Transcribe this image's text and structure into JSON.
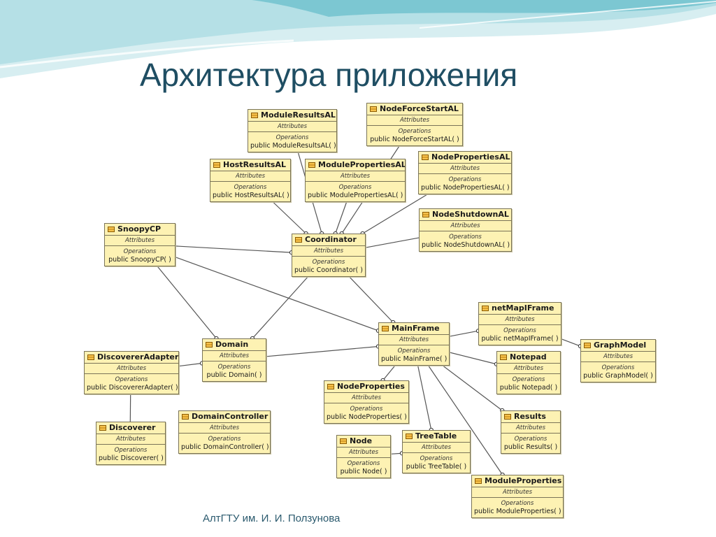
{
  "title": "Архитектура приложения",
  "footer": "АлтГТУ им. И. И. Ползунова",
  "colors": {
    "title": "#1f4e63",
    "class_fill": "#fdf2b3",
    "class_border": "#7a7458",
    "connector": "#555555",
    "wave_light": "#d7eef1",
    "wave_mid": "#9fd3dc",
    "wave_dark": "#58b6c6"
  },
  "diagram": {
    "attributes_label": "Attributes",
    "operations_label": "Operations",
    "classes": [
      {
        "id": "ModuleResultsAL",
        "name": "ModuleResultsAL",
        "operation": "public ModuleResultsAL(  )"
      },
      {
        "id": "NodeForceStartAL",
        "name": "NodeForceStartAL",
        "operation": "public NodeForceStartAL(  )"
      },
      {
        "id": "HostResultsAL",
        "name": "HostResultsAL",
        "operation": "public HostResultsAL(  )"
      },
      {
        "id": "ModulePropertiesAL",
        "name": "ModulePropertiesAL",
        "operation": "public ModulePropertiesAL(  )"
      },
      {
        "id": "NodePropertiesAL",
        "name": "NodePropertiesAL",
        "operation": "public NodePropertiesAL(  )"
      },
      {
        "id": "NodeShutdownAL",
        "name": "NodeShutdownAL",
        "operation": "public NodeShutdownAL(  )"
      },
      {
        "id": "SnoopyCP",
        "name": "SnoopyCP",
        "operation": "public SnoopyCP(  )"
      },
      {
        "id": "Coordinator",
        "name": "Coordinator",
        "operation": "public Coordinator(  )"
      },
      {
        "id": "netMapIFrame",
        "name": "netMapIFrame",
        "operation": "public netMapIFrame(  )"
      },
      {
        "id": "MainFrame",
        "name": "MainFrame",
        "operation": "public MainFrame(  )"
      },
      {
        "id": "GraphModel",
        "name": "GraphModel",
        "operation": "public GraphModel(  )"
      },
      {
        "id": "DiscovererAdapter",
        "name": "DiscovererAdapter",
        "operation": "public DiscovererAdapter(  )"
      },
      {
        "id": "Domain",
        "name": "Domain",
        "operation": "public Domain(  )"
      },
      {
        "id": "Notepad",
        "name": "Notepad",
        "operation": "public Notepad(  )"
      },
      {
        "id": "NodeProperties",
        "name": "NodeProperties",
        "operation": "public NodeProperties(  )"
      },
      {
        "id": "Discoverer",
        "name": "Discoverer",
        "operation": "public Discoverer(  )"
      },
      {
        "id": "DomainController",
        "name": "DomainController",
        "operation": "public DomainController(  )"
      },
      {
        "id": "Results",
        "name": "Results",
        "operation": "public Results(  )"
      },
      {
        "id": "Node",
        "name": "Node",
        "operation": "public Node(  )"
      },
      {
        "id": "TreeTable",
        "name": "TreeTable",
        "operation": "public TreeTable(  )"
      },
      {
        "id": "ModuleProperties",
        "name": "ModuleProperties",
        "operation": "public ModuleProperties(  )"
      }
    ],
    "links": [
      {
        "from": "ModuleResultsAL",
        "to": "Coordinator"
      },
      {
        "from": "HostResultsAL",
        "to": "Coordinator"
      },
      {
        "from": "ModulePropertiesAL",
        "to": "Coordinator"
      },
      {
        "from": "NodeForceStartAL",
        "to": "Coordinator"
      },
      {
        "from": "NodePropertiesAL",
        "to": "Coordinator"
      },
      {
        "from": "NodeShutdownAL",
        "to": "Coordinator"
      },
      {
        "from": "SnoopyCP",
        "to": "Coordinator"
      },
      {
        "from": "SnoopyCP",
        "to": "MainFrame"
      },
      {
        "from": "SnoopyCP",
        "to": "Domain"
      },
      {
        "from": "Coordinator",
        "to": "Domain"
      },
      {
        "from": "Coordinator",
        "to": "MainFrame"
      },
      {
        "from": "Domain",
        "to": "MainFrame"
      },
      {
        "from": "DiscovererAdapter",
        "to": "Domain"
      },
      {
        "from": "Discoverer",
        "to": "DiscovererAdapter"
      },
      {
        "from": "MainFrame",
        "to": "netMapIFrame"
      },
      {
        "from": "netMapIFrame",
        "to": "GraphModel"
      },
      {
        "from": "MainFrame",
        "to": "Notepad"
      },
      {
        "from": "MainFrame",
        "to": "NodeProperties"
      },
      {
        "from": "MainFrame",
        "to": "Results"
      },
      {
        "from": "MainFrame",
        "to": "TreeTable"
      },
      {
        "from": "MainFrame",
        "to": "ModuleProperties"
      },
      {
        "from": "Node",
        "to": "TreeTable"
      }
    ]
  }
}
